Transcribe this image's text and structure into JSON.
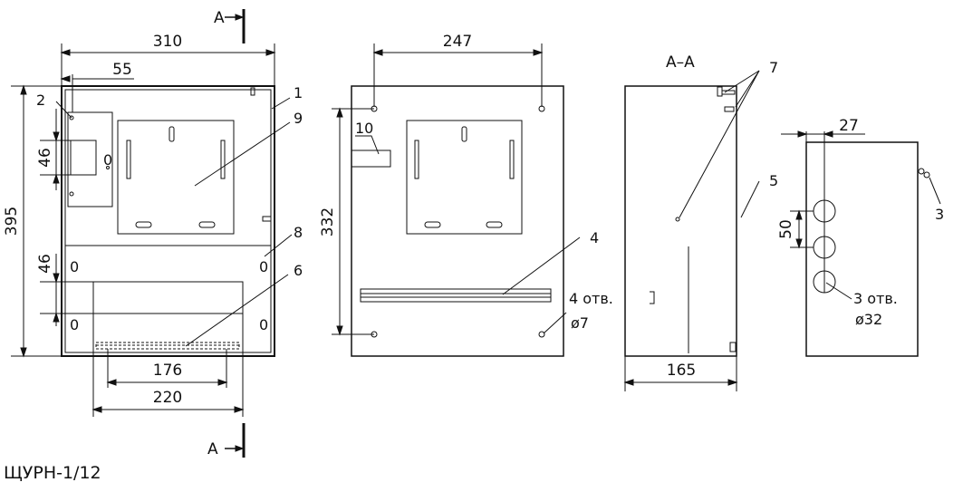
{
  "model": "ЩУРН-1/12",
  "section_marker": "А",
  "section_title": "А–А",
  "dimensions": {
    "w310": "310",
    "w55": "55",
    "h395": "395",
    "h46a": "46",
    "h46b": "46",
    "w176": "176",
    "w220": "220",
    "w247": "247",
    "h332": "332",
    "w165": "165",
    "w27": "27",
    "h50": "50"
  },
  "callouts": {
    "c1": "1",
    "c2": "2",
    "c3": "3",
    "c4": "4",
    "c5": "5",
    "c6": "6",
    "c7": "7",
    "c8": "8",
    "c9": "9",
    "c10": "10"
  },
  "notes": {
    "holes4": "4 отв.",
    "holes4_d": "ø7",
    "holes3": "3 отв.",
    "holes3_d": "ø32"
  },
  "cutout_marks": {
    "o1": "0",
    "o2": "0",
    "o3": "0",
    "o4": "0",
    "o5": "0"
  }
}
